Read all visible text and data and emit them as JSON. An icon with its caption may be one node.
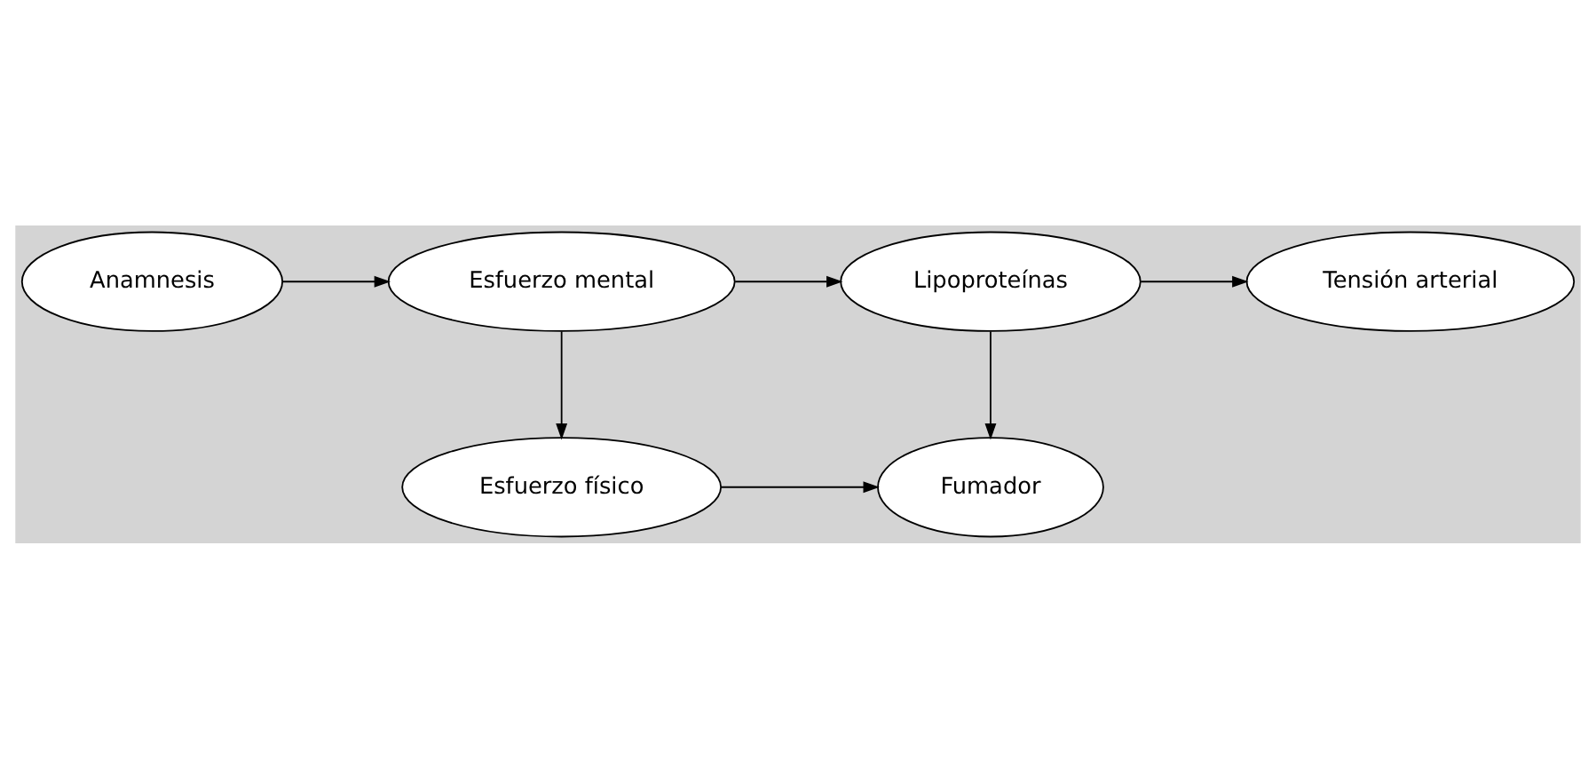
{
  "diagram": {
    "nodes": [
      {
        "text": [
          "Anamnesis"
        ]
      },
      {
        "text": [
          "Esfuerzo mental"
        ]
      },
      {
        "text": [
          "Lipoproteínas"
        ]
      },
      {
        "text": [
          "Tensión arterial"
        ]
      },
      {
        "text": [
          "Esfuerzo físico"
        ]
      },
      {
        "text": [
          "Fumador"
        ]
      }
    ],
    "edges": [
      {
        "from": 0,
        "to": 1,
        "arrow": "to"
      },
      {
        "from": 1,
        "to": 2,
        "arrow": "to"
      },
      {
        "from": 2,
        "to": 3,
        "arrow": "to"
      },
      {
        "from": 1,
        "to": 4,
        "arrow": "to"
      },
      {
        "from": 2,
        "to": 5,
        "arrow": "to"
      },
      {
        "from": 4,
        "to": 5,
        "arrow": "to"
      }
    ]
  }
}
